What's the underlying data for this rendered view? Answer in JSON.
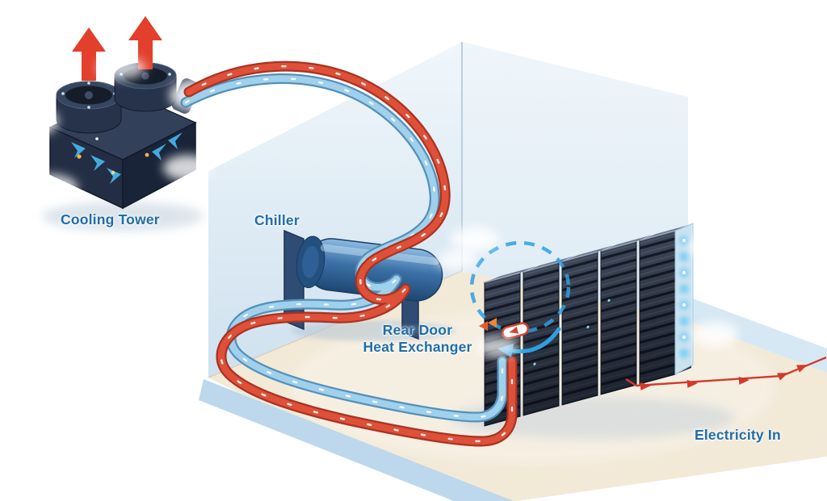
{
  "diagram": {
    "type": "isometric-illustration",
    "subject": "data-center cooling loop",
    "labels": {
      "cooling_tower": "Cooling Tower",
      "chiller": "Chiller",
      "rear_door_line1": "Rear Door",
      "rear_door_line2": "Heat Exchanger",
      "electricity_in": "Electricity In"
    },
    "colors": {
      "label_text": "#1f6da6",
      "hot_pipe": "#df5038",
      "hot_pipe_casing": "#a83322",
      "cold_pipe": "#9fd0ec",
      "cold_pipe_casing": "#5590b8",
      "electricity_line": "#d23a2c",
      "heat_arrow": "#e23f2c",
      "airflow_arrow": "#45b1e8",
      "callout_dash": "#2f9fe0",
      "floor": "#f2e9d7",
      "floor_edge": "#bdd8ec",
      "wall": "#d9e7f2",
      "rack_body": "#3d4759",
      "chiller_body": "#3c72a8",
      "tower_body": "#232e44"
    }
  }
}
